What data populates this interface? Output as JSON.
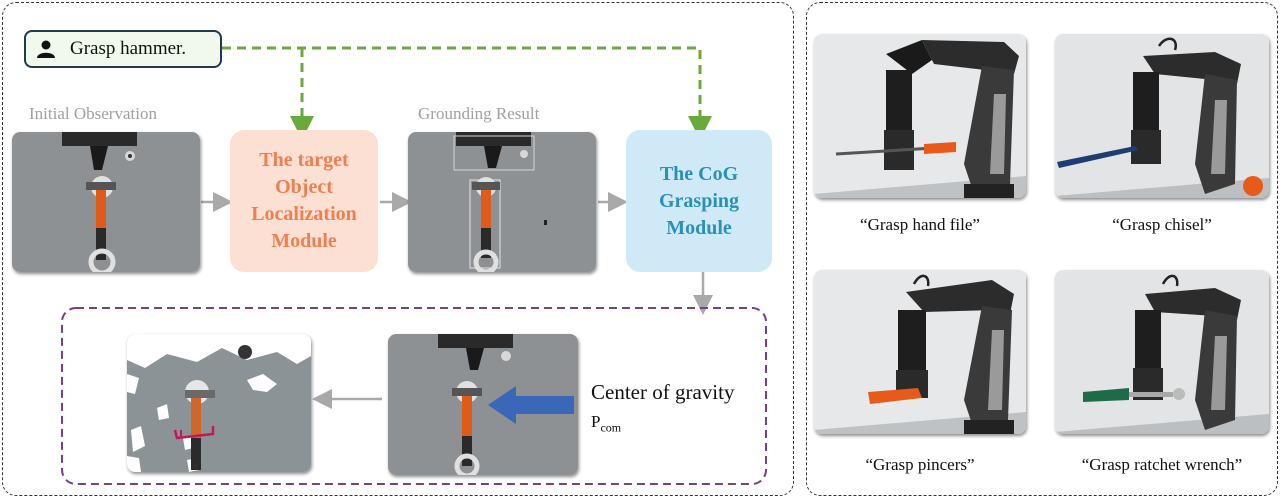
{
  "instruction": {
    "text": "Grasp hammer.",
    "icon": "user-icon"
  },
  "labels": {
    "initial": "Initial Observation",
    "grounding": "Grounding Result"
  },
  "modules": {
    "localization": "The target Object Localization Module",
    "cog": "The CoG Grasping Module"
  },
  "cog": {
    "label": "Center of gravity",
    "symbol_main": "P",
    "symbol_sub": "com"
  },
  "captions": [
    "“Grasp hand file”",
    "“Grasp chisel”",
    "“Grasp pincers”",
    "“Grasp ratchet wrench”"
  ],
  "colors": {
    "localization_bg": "#fde0d4",
    "localization_text": "#f07f4f",
    "cog_bg": "#cfeaf6",
    "cog_text": "#2a90b8",
    "green_arrow": "#6aaa3c",
    "purple_box": "#7a3e8e",
    "gray_arrow": "#a9a9a9",
    "blue_arrow": "#3a67b8"
  }
}
